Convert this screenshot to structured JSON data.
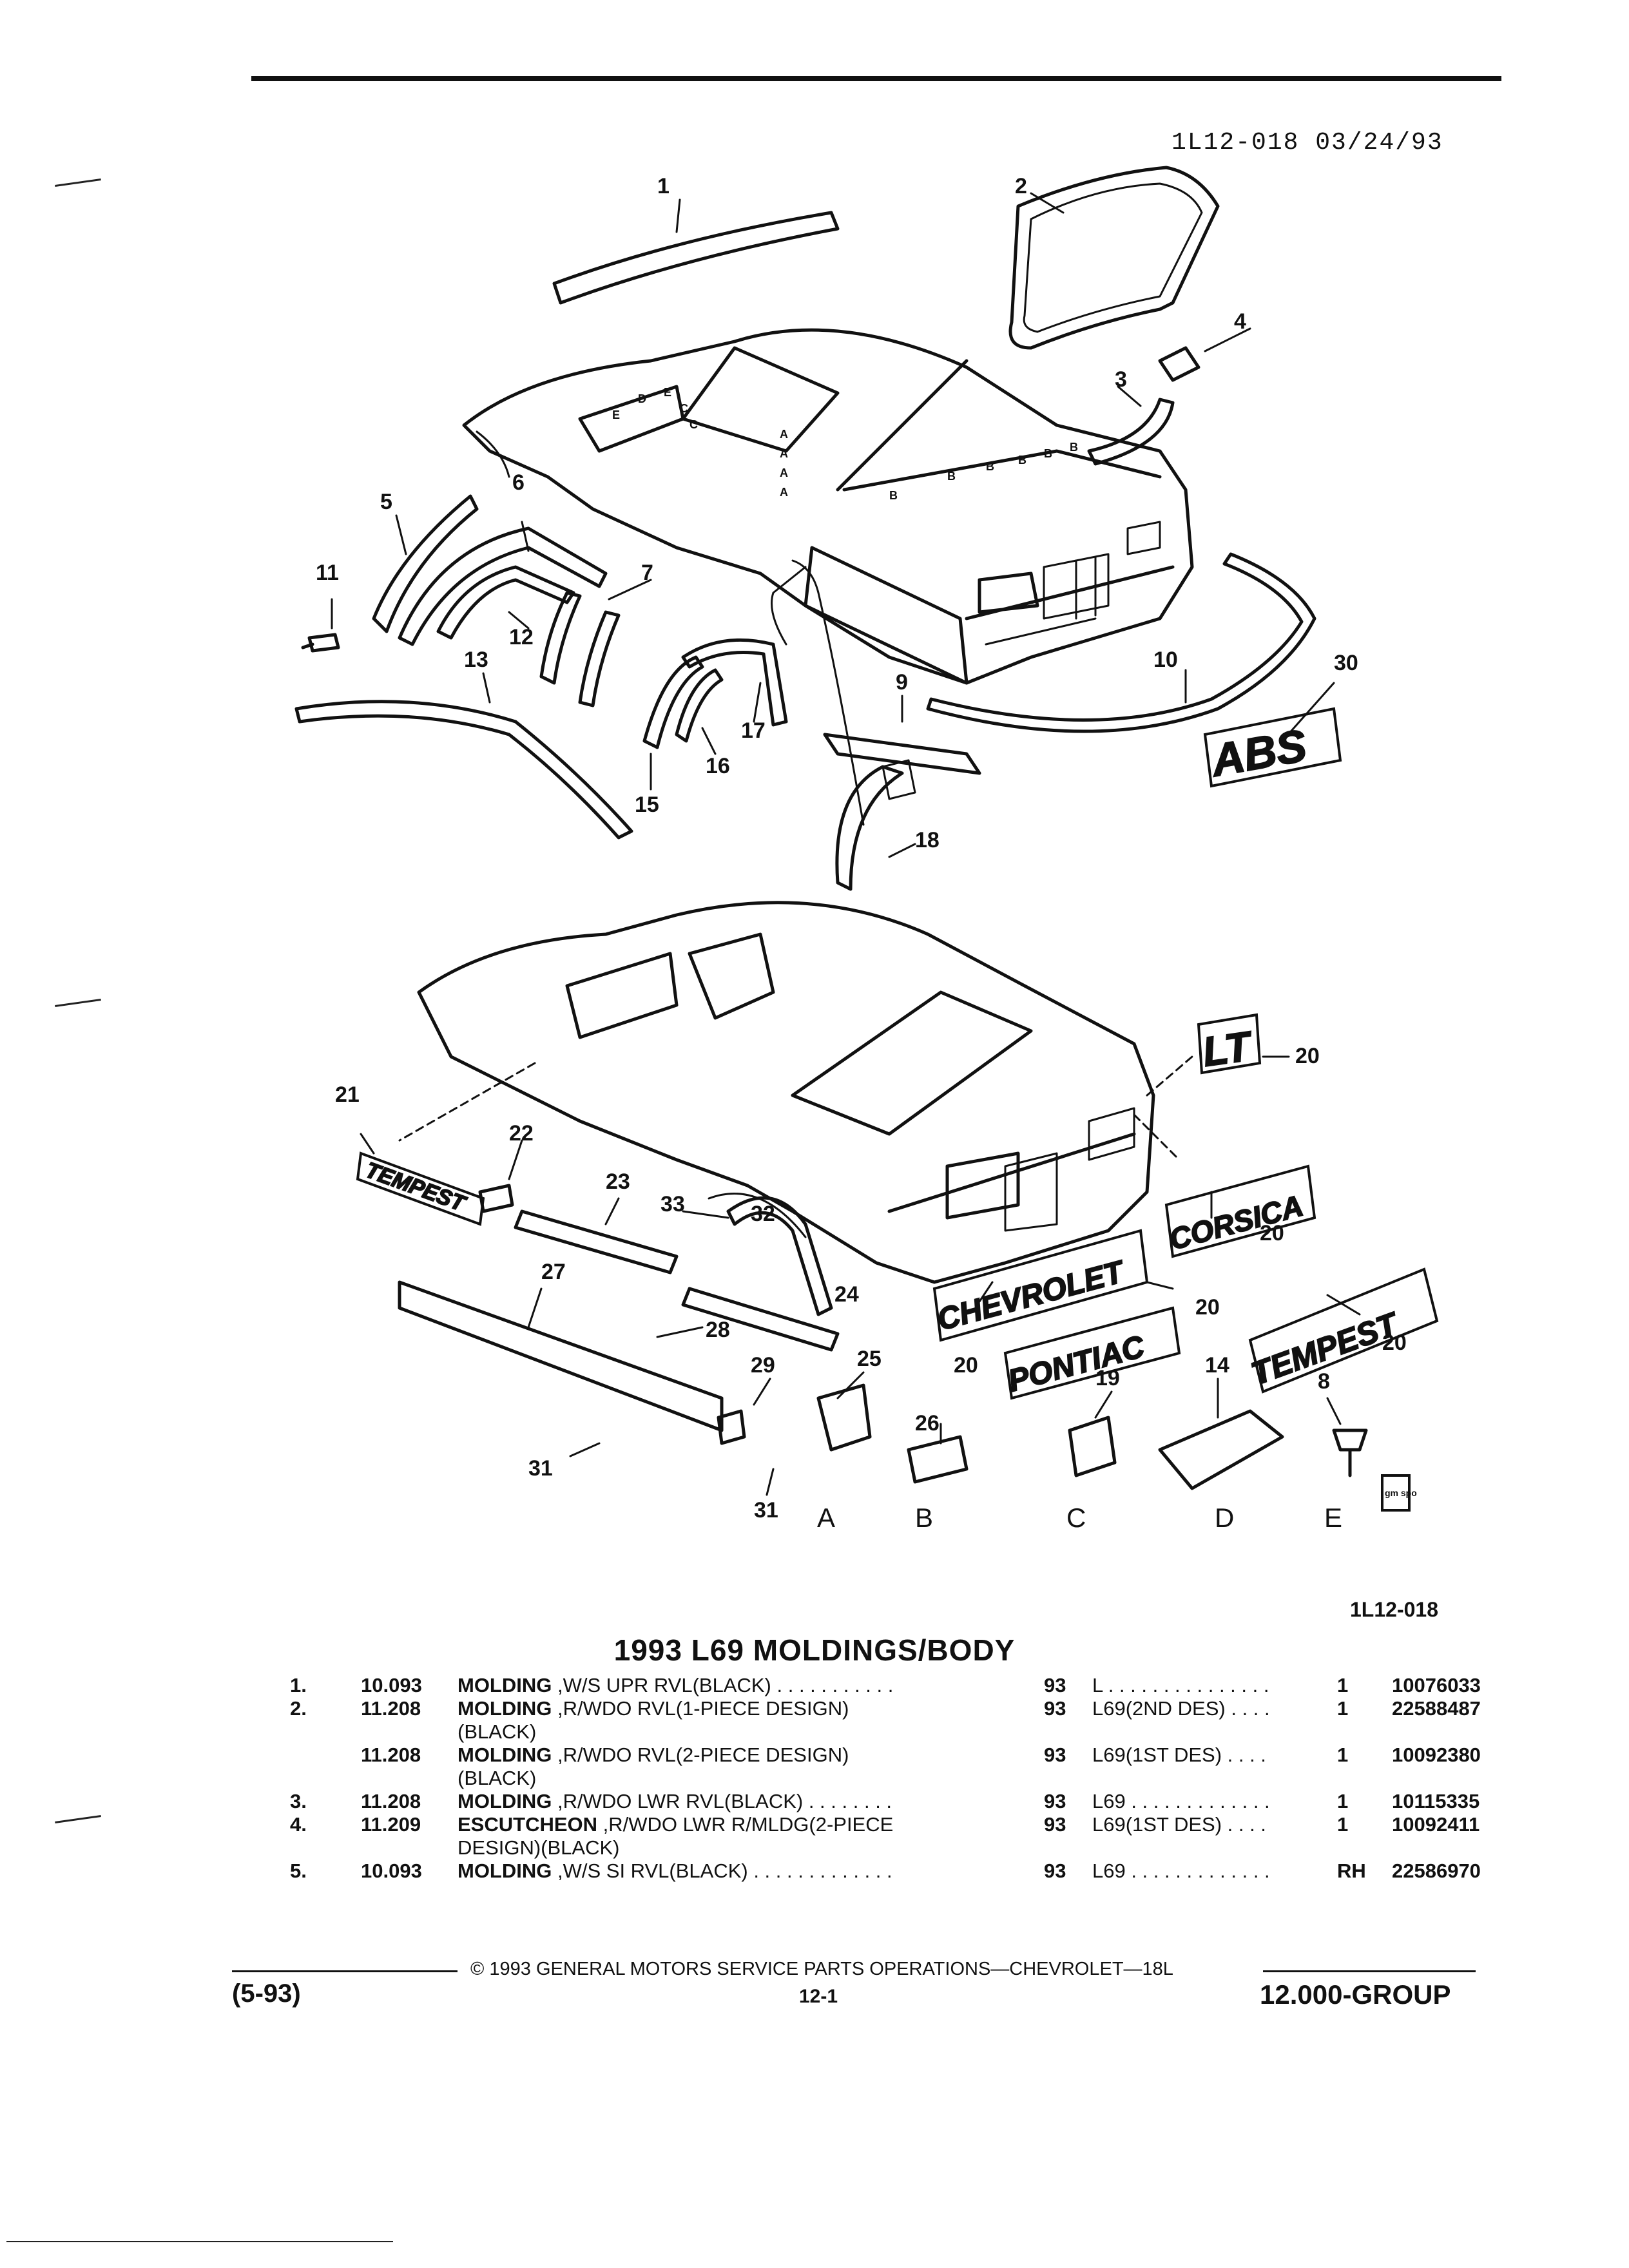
{
  "header": {
    "doc_id": "1L12-018 03/24/93"
  },
  "diagram": {
    "callouts": [
      "1",
      "2",
      "3",
      "4",
      "5",
      "6",
      "7",
      "8",
      "9",
      "10",
      "11",
      "12",
      "13",
      "14",
      "15",
      "16",
      "17",
      "18",
      "19",
      "20",
      "21",
      "22",
      "23",
      "24",
      "25",
      "26",
      "27",
      "28",
      "29",
      "30",
      "31",
      "32",
      "33"
    ],
    "view_letters": [
      "A",
      "B",
      "C",
      "D",
      "E"
    ],
    "window_letters": [
      "E",
      "D",
      "E",
      "C",
      "C",
      "A",
      "A",
      "A",
      "A",
      "B",
      "B",
      "B",
      "B",
      "B",
      "B"
    ],
    "emblems": [
      "ABS",
      "LT",
      "CORSICA",
      "CHEVROLET",
      "PONTIAC",
      "TEMPEST",
      "TEMPEST"
    ],
    "gm_logo": "gm spo"
  },
  "figure_id": "1L12-018",
  "section_title": "1993 L69 MOLDINGS/BODY",
  "parts": [
    {
      "num": "1.",
      "code": "10.093",
      "name": "MOLDING",
      "desc": " ,W/S UPR RVL(BLACK)  . . . . . . . . . . .",
      "desc2": "",
      "yr": "93",
      "app": "L  . . . . . . . . . . . . . . .",
      "qty": "1",
      "pn": "10076033"
    },
    {
      "num": "2.",
      "code": "11.208",
      "name": "MOLDING",
      "desc": " ,R/WDO RVL(1-PIECE DESIGN)",
      "desc2": "(BLACK)",
      "yr": "93",
      "app": "L69(2ND DES)  . . . .",
      "qty": "1",
      "pn": "22588487"
    },
    {
      "num": "",
      "code": "11.208",
      "name": "MOLDING",
      "desc": " ,R/WDO RVL(2-PIECE DESIGN)",
      "desc2": "(BLACK)",
      "yr": "93",
      "app": "L69(1ST DES)  . . . .",
      "qty": "1",
      "pn": "10092380"
    },
    {
      "num": "3.",
      "code": "11.208",
      "name": "MOLDING",
      "desc": " ,R/WDO LWR RVL(BLACK)  . . . . . . . .",
      "desc2": "",
      "yr": "93",
      "app": "L69  . . . . . . . . . . . . .",
      "qty": "1",
      "pn": "10115335"
    },
    {
      "num": "4.",
      "code": "11.209",
      "name": "ESCUTCHEON",
      "desc": " ,R/WDO LWR R/MLDG(2-PIECE",
      "desc2": "DESIGN)(BLACK)",
      "yr": "93",
      "app": "L69(1ST DES)  . . . .",
      "qty": "1",
      "pn": "10092411"
    },
    {
      "num": "5.",
      "code": "10.093",
      "name": "MOLDING",
      "desc": " ,W/S SI RVL(BLACK)  . . . . . . . . . . . . .",
      "desc2": "",
      "yr": "93",
      "app": "L69  . . . . . . . . . . . . .",
      "qty": "RH",
      "pn": "22586970"
    }
  ],
  "footer": {
    "copyright": "©  1993  GENERAL MOTORS SERVICE PARTS OPERATIONS—CHEVROLET—18L",
    "date_code": "(5-93)",
    "page": "12-1",
    "group": "12.000-GROUP"
  }
}
